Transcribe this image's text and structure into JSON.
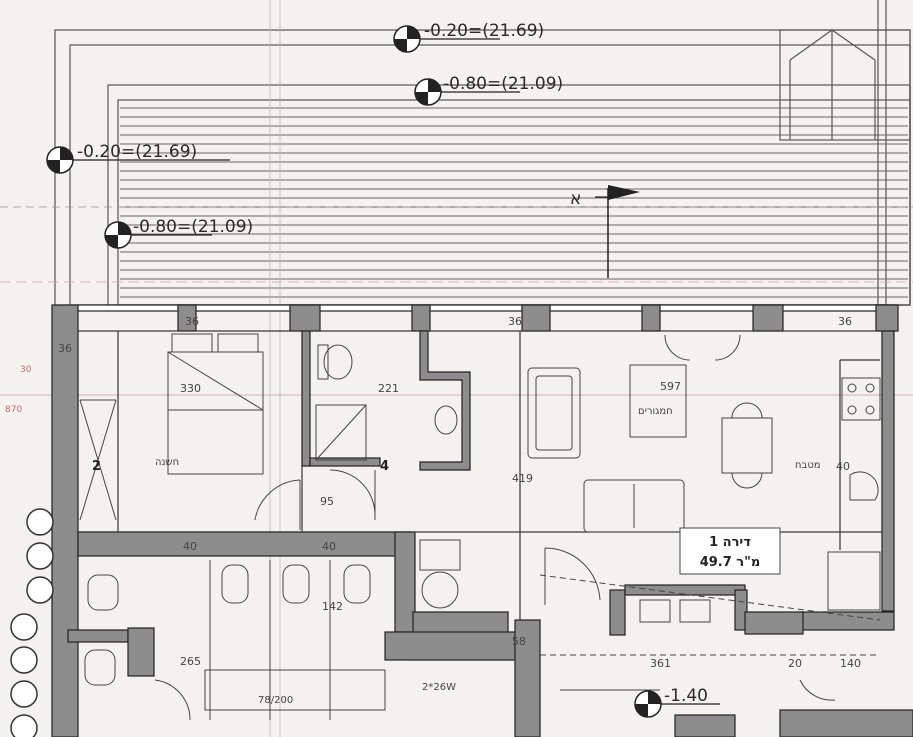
{
  "levels": {
    "top_a": "-0.20=(21.69)",
    "top_b": "-0.80=(21.09)",
    "left_a": "-0.20=(21.69)",
    "left_b": "-0.80=(21.09)",
    "bottom": "-1.40"
  },
  "north_label": "א",
  "apartment": {
    "name": "דירה 1",
    "area": "49.7 מ\"ר"
  },
  "rooms": {
    "bedroom": "חשנה",
    "bedroom_dim": "330",
    "bath_dim": "221",
    "living_dim": "597",
    "living_label": "חמגורים",
    "kitchen": "מטבח"
  },
  "dims": {
    "d36a": "36",
    "d36b": "36",
    "d36c": "36",
    "d36d": "36",
    "d419": "419",
    "d40a": "40",
    "d40b": "40",
    "d95": "95",
    "d142": "142",
    "d265": "265",
    "d58": "58",
    "d361": "361",
    "d20": "20",
    "d140": "140",
    "d40k": "40"
  },
  "marks": {
    "m2": "2",
    "m4": "4"
  },
  "red_labels": {
    "r1": "870",
    "r2": "30"
  },
  "notes": {
    "note_a": "2*26W",
    "note_b": "78/200"
  }
}
